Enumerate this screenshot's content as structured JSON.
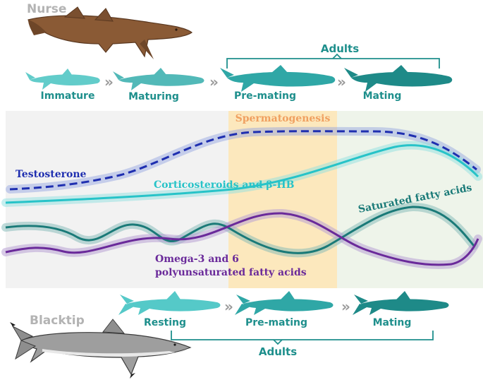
{
  "species": {
    "top": "Nurse",
    "bottom": "Blacktip"
  },
  "nurse_stages": {
    "immature": "Immature",
    "maturing": "Maturing",
    "pre_mating": "Pre-mating",
    "mating": "Mating",
    "adults": "Adults"
  },
  "blacktip_stages": {
    "resting": "Resting",
    "pre_mating": "Pre-mating",
    "mating": "Mating",
    "adults": "Adults"
  },
  "region_label": "Spermatogenesis",
  "curves": {
    "testosterone": "Testosterone",
    "corticosteroids": "Corticosteroids and β-HB",
    "saturated": "Saturated fatty acids",
    "omega_line1": "Omega-3 and 6",
    "omega_line2": "polyunsaturated fatty acids"
  },
  "colors": {
    "testosterone": "#1f2fb0",
    "corticosteroids": "#27c3c8",
    "saturated": "#1a7a78",
    "omega": "#6a2a9a",
    "spermatogenesis_band": "#fbe9c0",
    "spermatogenesis_text": "#f0a060",
    "stage_text": "#1e8f8c",
    "species_text": "#b0b0b0"
  }
}
